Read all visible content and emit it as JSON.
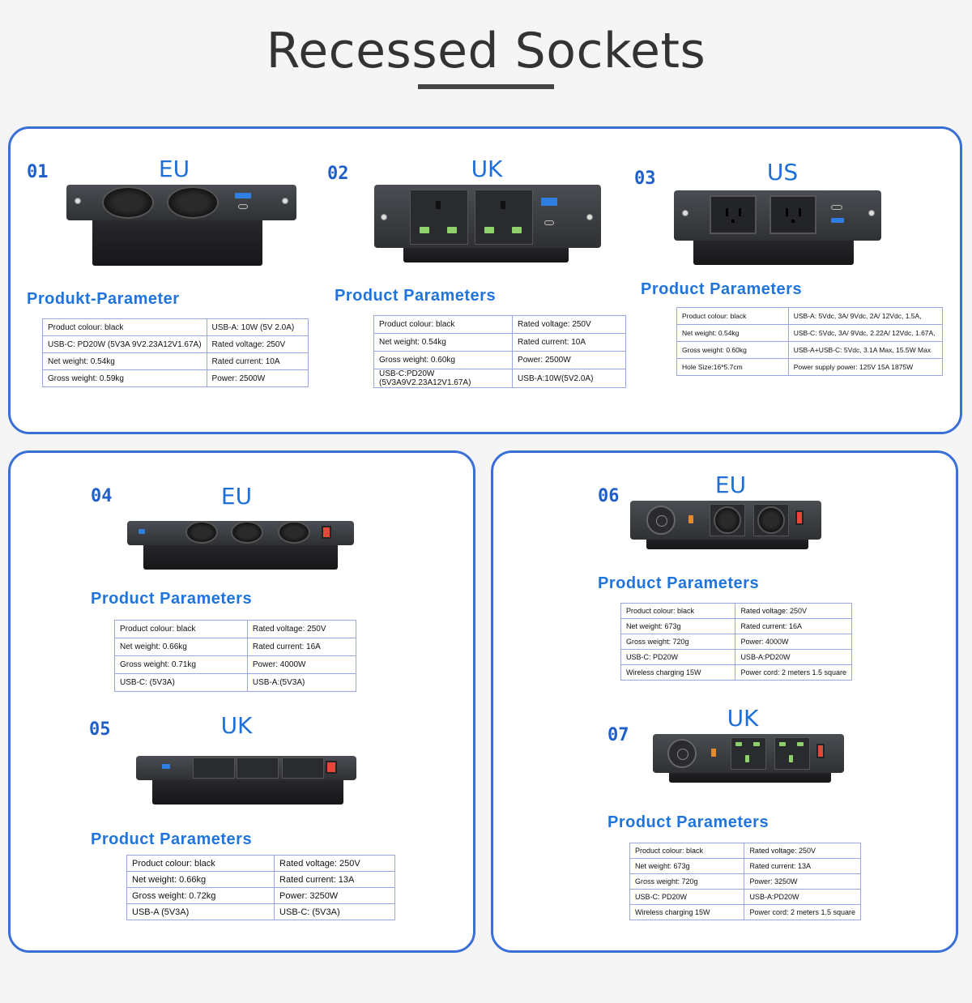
{
  "page": {
    "title": "Recessed Sockets"
  },
  "products": [
    {
      "num": "01",
      "region": "EU",
      "params_title": "Produkt-Parameter",
      "rows": [
        [
          "Product colour: black",
          "USB-A:  10W (5V 2.0A)"
        ],
        [
          "USB-C:  PD20W  (5V3A 9V2.23A12V1.67A)",
          "Rated voltage: 250V"
        ],
        [
          "Net weight: 0.54kg",
          "Rated current: 10A"
        ],
        [
          "Gross weight: 0.59kg",
          "Power: 2500W"
        ]
      ]
    },
    {
      "num": "02",
      "region": "UK",
      "params_title": "Product Parameters",
      "rows": [
        [
          "Product colour: black",
          "Rated voltage: 250V"
        ],
        [
          "Net weight: 0.54kg",
          "Rated current: 10A"
        ],
        [
          "Gross weight: 0.60kg",
          "Power: 2500W"
        ],
        [
          "USB-C:PD20W (5V3A9V2.23A12V1.67A)",
          "USB-A:10W(5V2.0A)"
        ]
      ]
    },
    {
      "num": "03",
      "region": "US",
      "params_title": "Product Parameters",
      "rows": [
        [
          "Product colour: black",
          "USB-A: 5Vdc, 3A/ 9Vdc, 2A/ 12Vdc, 1.5A,"
        ],
        [
          "Net weight: 0.54kg",
          "USB-C: 5Vdc, 3A/ 9Vdc, 2.22A/ 12Vdc, 1.67A,"
        ],
        [
          "Gross weight: 0.60kg",
          "USB-A+USB-C: 5Vdc, 3.1A Max, 15.5W Max"
        ],
        [
          "Hole Size:16*5.7cm",
          "Power supply power: 125V 15A 1875W"
        ]
      ]
    },
    {
      "num": "04",
      "region": "EU",
      "params_title": "Product Parameters",
      "rows": [
        [
          "Product colour: black",
          "Rated voltage: 250V"
        ],
        [
          "Net weight: 0.66kg",
          "Rated current: 16A"
        ],
        [
          "Gross weight: 0.71kg",
          "Power: 4000W"
        ],
        [
          "USB-C:  (5V3A)",
          "USB-A:(5V3A)"
        ]
      ]
    },
    {
      "num": "05",
      "region": "UK",
      "params_title": "Product Parameters",
      "rows": [
        [
          "Product colour: black",
          "Rated voltage: 250V"
        ],
        [
          "Net weight: 0.66kg",
          "Rated current: 13A"
        ],
        [
          "Gross weight: 0.72kg",
          "Power: 3250W"
        ],
        [
          "USB-A (5V3A)",
          "USB-C:  (5V3A)"
        ]
      ]
    },
    {
      "num": "06",
      "region": "EU",
      "params_title": "Product Parameters",
      "rows": [
        [
          "Product colour: black",
          "Rated voltage: 250V"
        ],
        [
          "Net weight: 673g",
          "Rated current: 16A"
        ],
        [
          "Gross weight: 720g",
          "Power: 4000W"
        ],
        [
          "USB-C:  PD20W",
          "USB-A:PD20W"
        ],
        [
          "Wireless charging 15W",
          "Power cord: 2 meters 1.5 square"
        ]
      ]
    },
    {
      "num": "07",
      "region": "UK",
      "params_title": "Product Parameters",
      "rows": [
        [
          "Product colour: black",
          "Rated voltage: 250V"
        ],
        [
          "Net weight: 673g",
          "Rated current: 13A"
        ],
        [
          "Gross weight: 720g",
          "Power: 3250W"
        ],
        [
          "USB-C:  PD20W",
          "USB-A:PD20W"
        ],
        [
          "Wireless charging 15W",
          "Power cord: 2 meters 1.5 square"
        ]
      ]
    }
  ]
}
